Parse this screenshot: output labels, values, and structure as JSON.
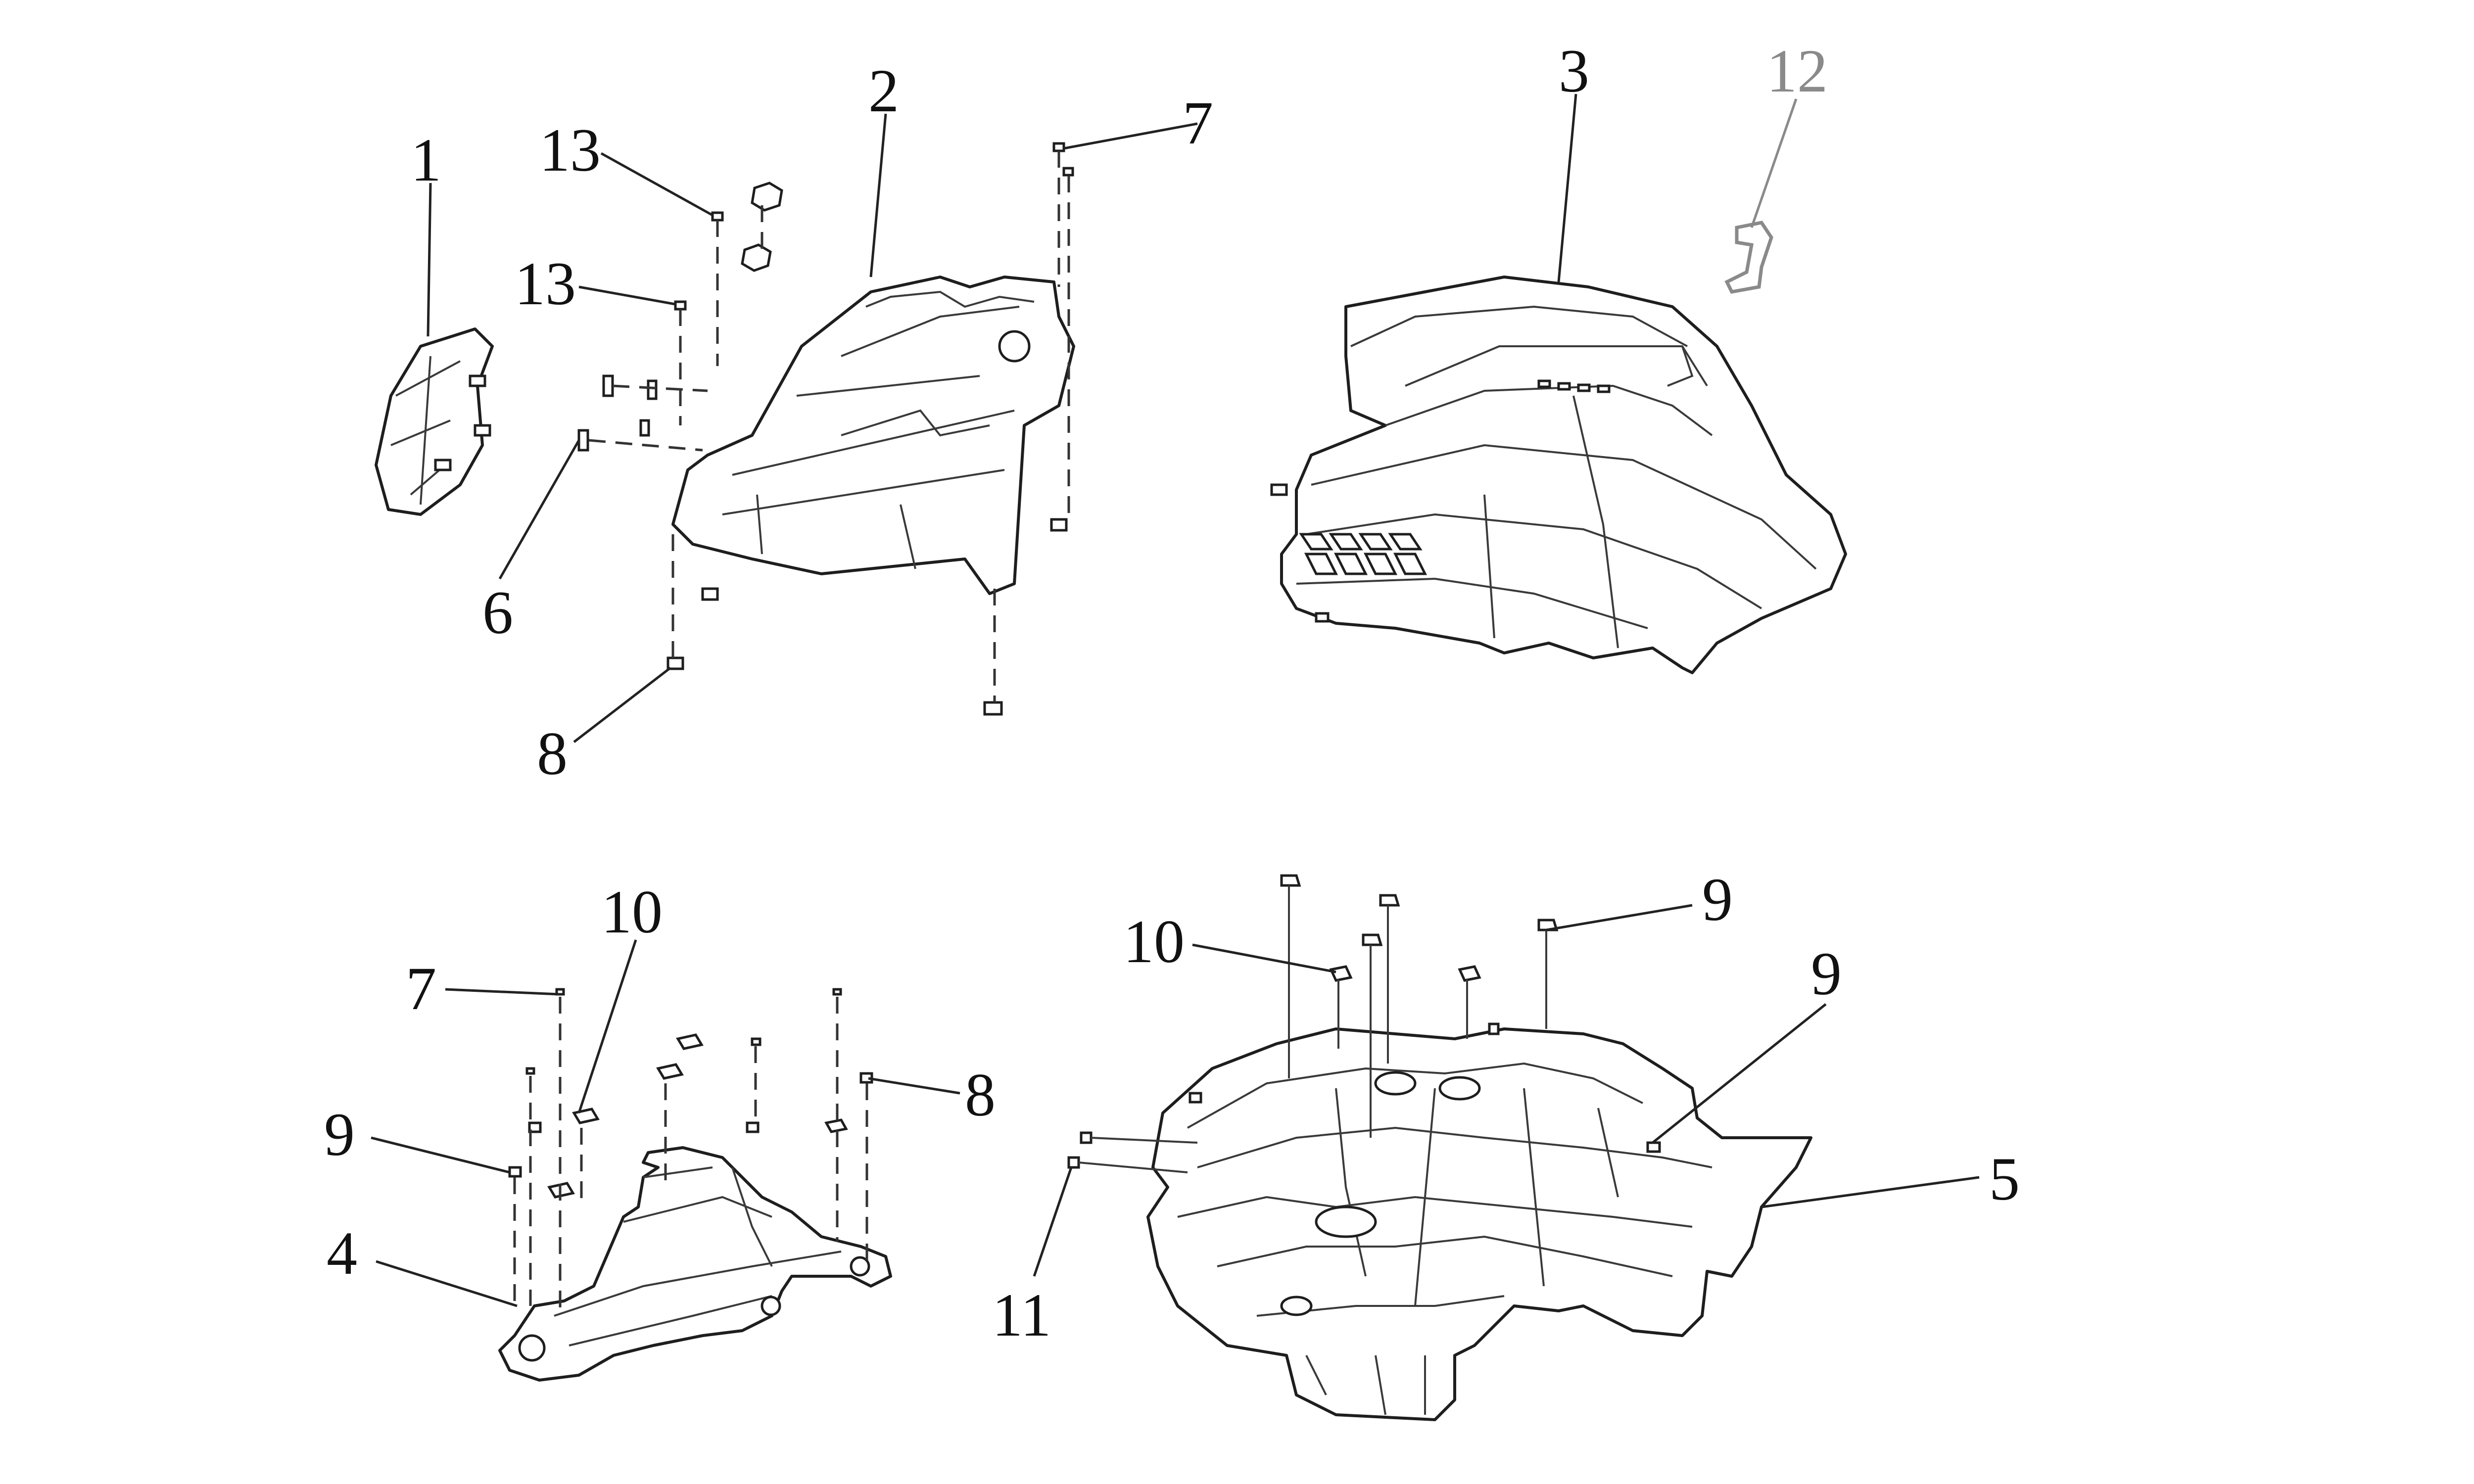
{
  "diagram": {
    "callouts": {
      "c1": "1",
      "c2": "2",
      "c3": "3",
      "c4": "4",
      "c5": "5",
      "c6": "6",
      "c7a": "7",
      "c7b": "7",
      "c8a": "8",
      "c8b": "8",
      "c9a": "9",
      "c9b": "9",
      "c9c": "9",
      "c10a": "10",
      "c10b": "10",
      "c11": "11",
      "c12": "12",
      "c13a": "13",
      "c13b": "13"
    },
    "colors": {
      "line": "#1e1e1e",
      "callout_text": "#111111",
      "part_12": "#8a8a8a",
      "background": "#ffffff"
    }
  }
}
